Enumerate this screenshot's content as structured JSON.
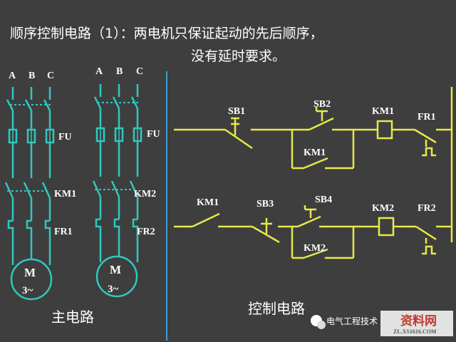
{
  "title_line1": "顺序控制电路（1）：两电机只保证起动的先后顺序，",
  "title_line2": "没有延时要求。",
  "main": {
    "motor1": {
      "phases": [
        "A",
        "B",
        "C"
      ],
      "fuse": "FU",
      "contactor": "KM1",
      "relay": "FR1",
      "motor_label": "M",
      "motor_type": "3~"
    },
    "motor2": {
      "phases": [
        "A",
        "B",
        "C"
      ],
      "fuse": "FU",
      "contactor": "KM2",
      "relay": "FR2",
      "motor_label": "M",
      "motor_type": "3~"
    },
    "caption": "主电路"
  },
  "control": {
    "rung1": {
      "stop": "SB1",
      "start": "SB2",
      "hold": "KM1",
      "coil": "KM1",
      "overload": "FR1"
    },
    "rung2": {
      "interlock": "KM1",
      "stop": "SB3",
      "start": "SB4",
      "hold": "KM2",
      "coil": "KM2",
      "overload": "FR2"
    },
    "caption": "控制电路"
  },
  "watermark": {
    "brand": "电气工程技术",
    "logo": "资料网",
    "url": "ZL.XS1616.COM"
  },
  "colors": {
    "background": "#3e3e3e",
    "main_circuit": "#2ec9c0",
    "control_circuit": "#e8e84a",
    "divider": "#3aa0d8",
    "text": "#ffffff"
  }
}
